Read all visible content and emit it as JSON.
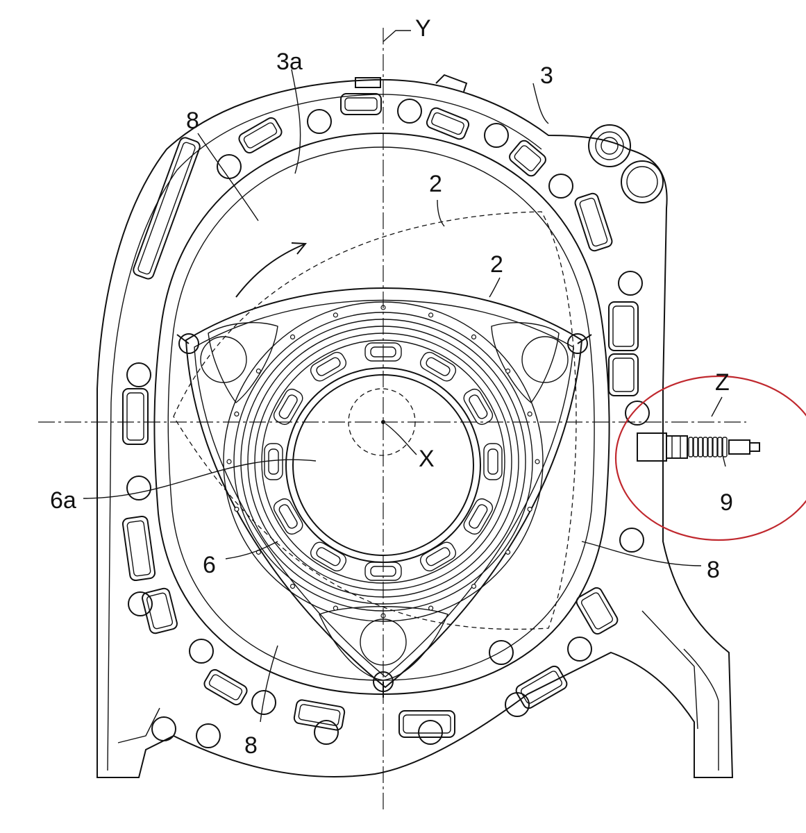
{
  "labels": {
    "axis_y": "Y",
    "axis_z": "Z",
    "center_x": "X",
    "housing": "3",
    "inner_surface": "3a",
    "rotor_upper": "2",
    "rotor_lower": "2",
    "chamber_upper_left": "8",
    "chamber_right": "8",
    "chamber_bottom": "8",
    "gear": "6",
    "gear_teeth": "6a",
    "plug": "9"
  },
  "colors": {
    "line": "#111111",
    "highlight_circle": "#c0282e",
    "background": "#ffffff"
  },
  "icons": {
    "rotation_arrow": "curved-arrow-icon",
    "plug": "spark-plug-icon"
  }
}
